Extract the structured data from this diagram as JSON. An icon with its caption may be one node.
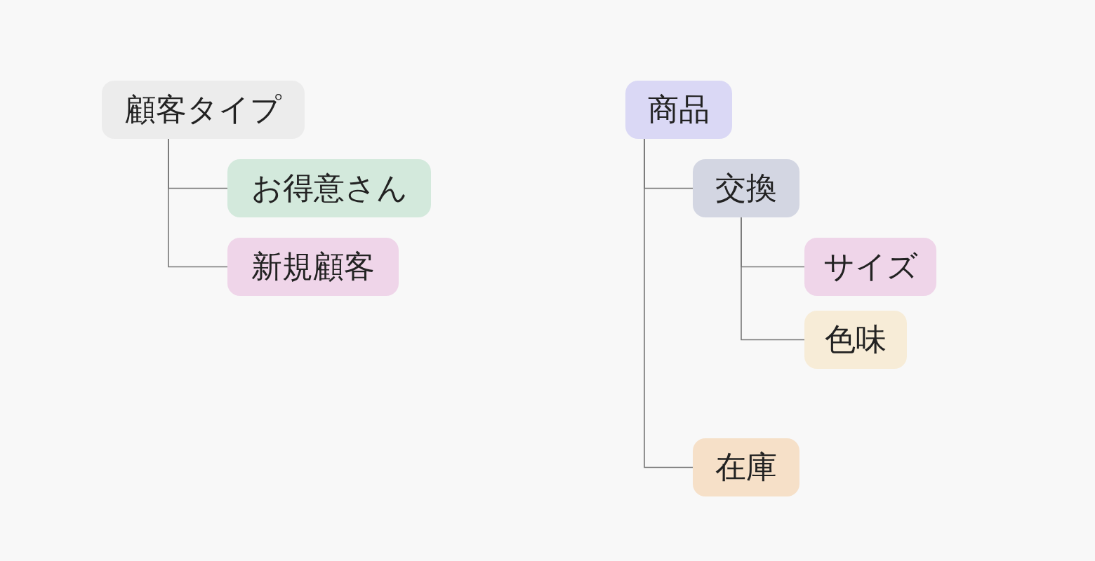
{
  "diagram": {
    "nodes": [
      {
        "text": [
          "顧客タイプ"
        ]
      },
      {
        "text": [
          "お得意さん"
        ]
      },
      {
        "text": [
          "新規顧客"
        ]
      },
      {
        "text": [
          "商品"
        ]
      },
      {
        "text": [
          "交換"
        ]
      },
      {
        "text": [
          "サイズ"
        ]
      },
      {
        "text": [
          "色味"
        ]
      },
      {
        "text": [
          "在庫"
        ]
      }
    ],
    "edges": [
      {
        "from": 0,
        "to": 1,
        "arrow": "none"
      },
      {
        "from": 0,
        "to": 2,
        "arrow": "none"
      },
      {
        "from": 3,
        "to": 4,
        "arrow": "none"
      },
      {
        "from": 4,
        "to": 5,
        "arrow": "none"
      },
      {
        "from": 4,
        "to": 6,
        "arrow": "none"
      },
      {
        "from": 3,
        "to": 7,
        "arrow": "none"
      }
    ]
  }
}
